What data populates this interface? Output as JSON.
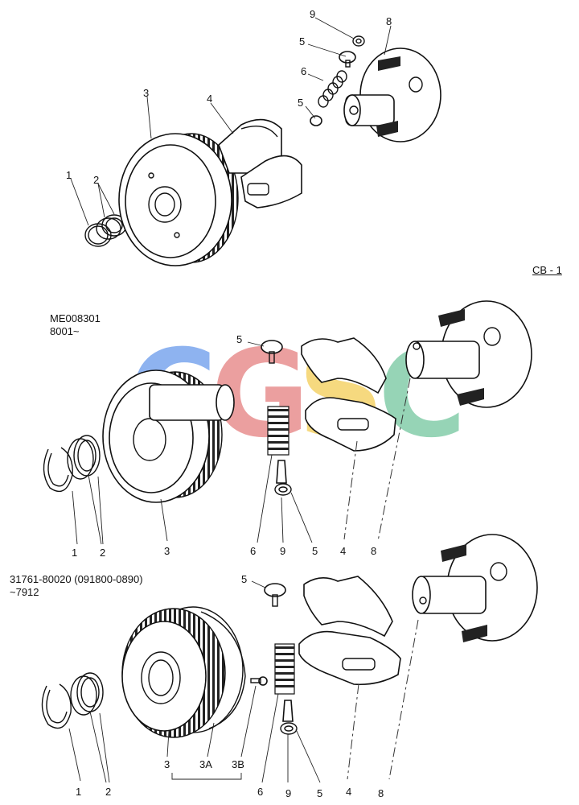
{
  "drawing_code": "CB - 1",
  "sections": {
    "top": {
      "labels": [
        "1",
        "2",
        "3",
        "4",
        "5",
        "6",
        "5",
        "9",
        "8"
      ]
    },
    "middle": {
      "model": "ME008301",
      "serial_range": "8001~",
      "labels": [
        "5",
        "1",
        "2",
        "3",
        "6",
        "9",
        "5",
        "4",
        "8"
      ]
    },
    "bottom": {
      "model": "31761-80020 (091800-0890)",
      "serial_range": "~7912",
      "labels": [
        "5",
        "1",
        "2",
        "3",
        "6",
        "9",
        "5",
        "4",
        "8"
      ],
      "sublabels": [
        "3A",
        "3B"
      ]
    }
  },
  "watermark": {
    "text": "CGSC",
    "colors": [
      "#4a86e8",
      "#e06666",
      "#f1c232",
      "#57bb8a"
    ]
  }
}
